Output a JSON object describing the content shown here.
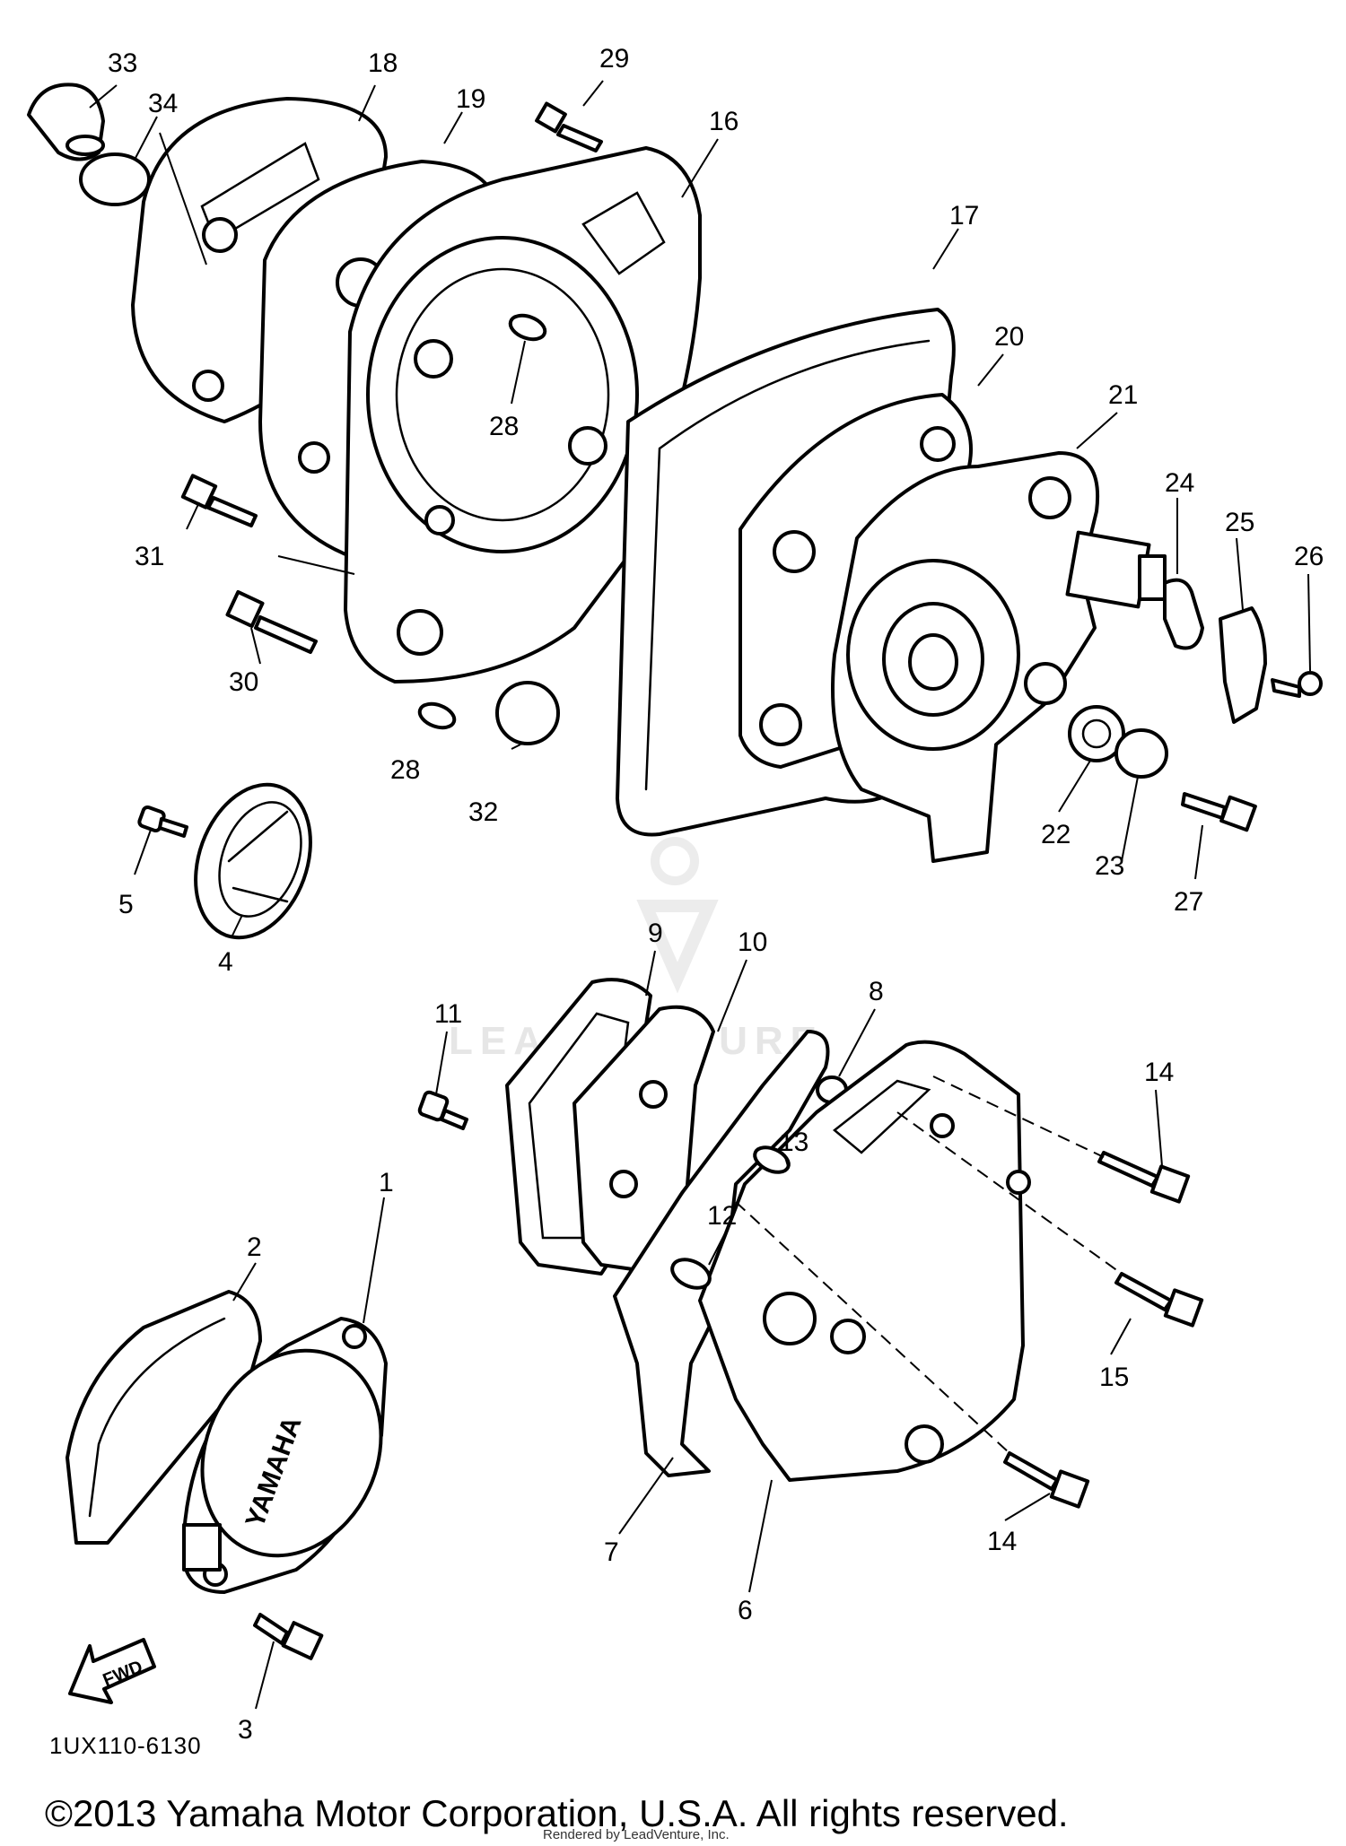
{
  "diagram_code": "1UX110-6130",
  "copyright": "©2013 Yamaha Motor Corporation, U.S.A. All rights reserved.",
  "rendered_by": "Rendered by LeadVenture, Inc.",
  "watermark": "LEADVENTURE",
  "brand_mark": "YAMAHA",
  "forward_arrow_label": "FWD",
  "callouts": {
    "c33": "33",
    "c34": "34",
    "c18": "18",
    "c19": "19",
    "c29": "29",
    "c16": "16",
    "c17": "17",
    "c20": "20",
    "c21": "21",
    "c24": "24",
    "c25": "25",
    "c26": "26",
    "c28a": "28",
    "c28b": "28",
    "c31": "31",
    "c30": "30",
    "c32": "32",
    "c22": "22",
    "c23": "23",
    "c27": "27",
    "c5": "5",
    "c4": "4",
    "c9": "9",
    "c10": "10",
    "c11": "11",
    "c8": "8",
    "c14a": "14",
    "c13": "13",
    "c12": "12",
    "c15": "15",
    "c2": "2",
    "c1": "1",
    "c7": "7",
    "c6": "6",
    "c14b": "14",
    "c3": "3"
  }
}
